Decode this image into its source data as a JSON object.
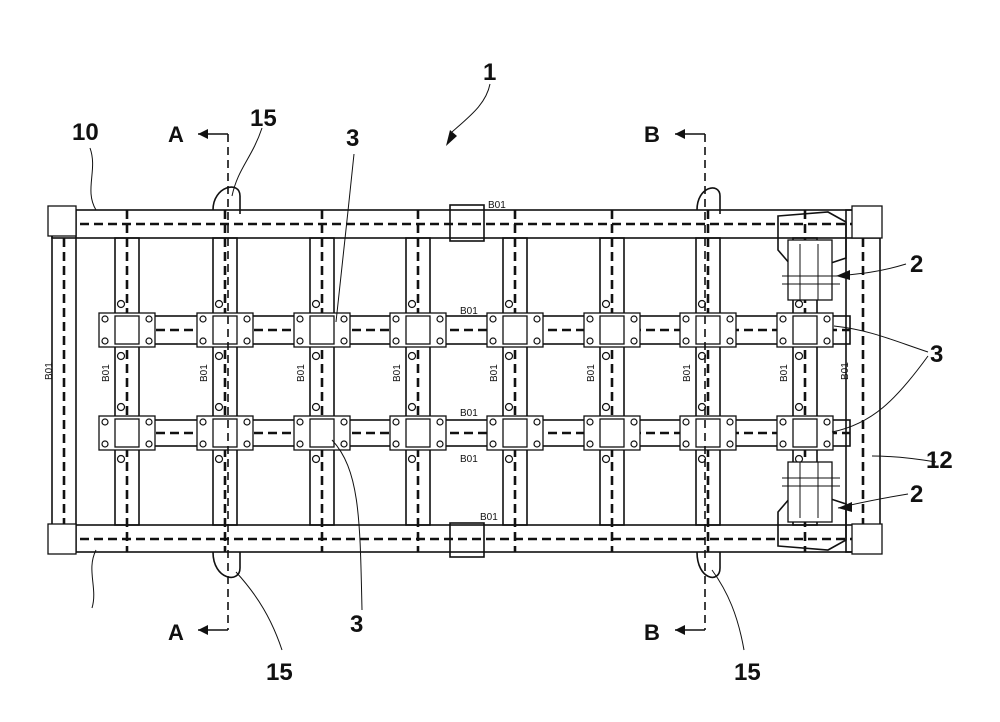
{
  "refs": {
    "assembly": "1",
    "jack": "2",
    "beam": "3",
    "frame_side": "10",
    "frame_end": "12",
    "lug": "15"
  },
  "sections": {
    "a": "A",
    "b": "B"
  },
  "beam_code": "B01"
}
